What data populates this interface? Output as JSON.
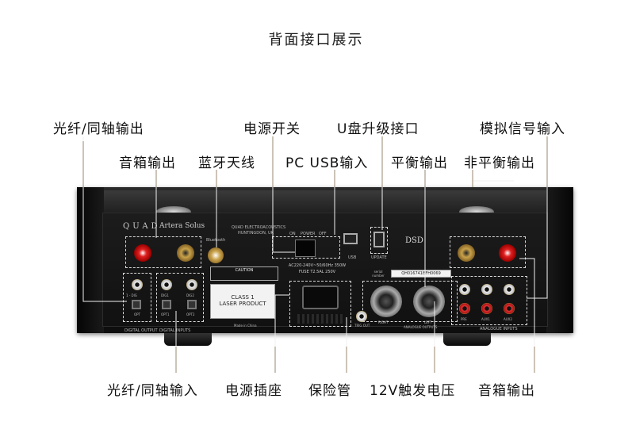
{
  "title": "背面接口展示",
  "labels": {
    "optical_coax_out": "光纤/同轴输出",
    "power_switch": "电源开关",
    "usb_upgrade": "U盘升级接口",
    "analog_input": "模拟信号输入",
    "speaker_out_top": "音箱输出",
    "bt_antenna": "蓝牙天线",
    "pc_usb_input": "PC USB输入",
    "balanced_out": "平衡输出",
    "unbalanced_out": "非平衡输出",
    "optical_coax_in": "光纤/同轴输入",
    "power_socket": "电源插座",
    "fuse": "保险管",
    "trigger_12v": "12V触发电压",
    "speaker_out_bottom": "音箱输出"
  },
  "device": {
    "brand": "QUAD",
    "model": "Artera Solus",
    "maker": "QUAD ELECTROACOUSTICS",
    "maker_city": "HUNTINGDON, UK",
    "bluetooth": "Bluetooth",
    "power_on": "ON",
    "power_text": "POWER",
    "power_off": "OFF",
    "power_rating": "AC220-240V~50/60Hz 350W",
    "fuse_rating": "FUSE T2.5AL 250V",
    "usb_text": "USB",
    "update_text": "UPDATE",
    "dsd_logo": "DSD",
    "serial_label": "serial number",
    "serial_number": "QH016741BFH0069",
    "laser_line1": "CLASS 1",
    "laser_line2": "LASER PRODUCT",
    "made_in": "Made in China",
    "caution_title": "CAUTION",
    "digital_output": "DIGITAL OUTPUT",
    "digital_inputs": "DIGITAL INPUTS",
    "analogue_outputs": "ANALOGUE OUTPUTS",
    "analogue_inputs": "ANALOGUE INPUTS",
    "right": "RIGHT",
    "left": "LEFT",
    "trig_out": "TRIG OUT",
    "pre": "PRE",
    "aux1": "AUX1",
    "aux2": "AUX2",
    "dig_out_tag": "1 - DIG",
    "dig_in_tag1": "DIG1",
    "dig_in_tag2": "DIG2",
    "opt_tag": "OPT",
    "opt1_tag": "OPT1",
    "opt2_tag": "OPT2"
  }
}
